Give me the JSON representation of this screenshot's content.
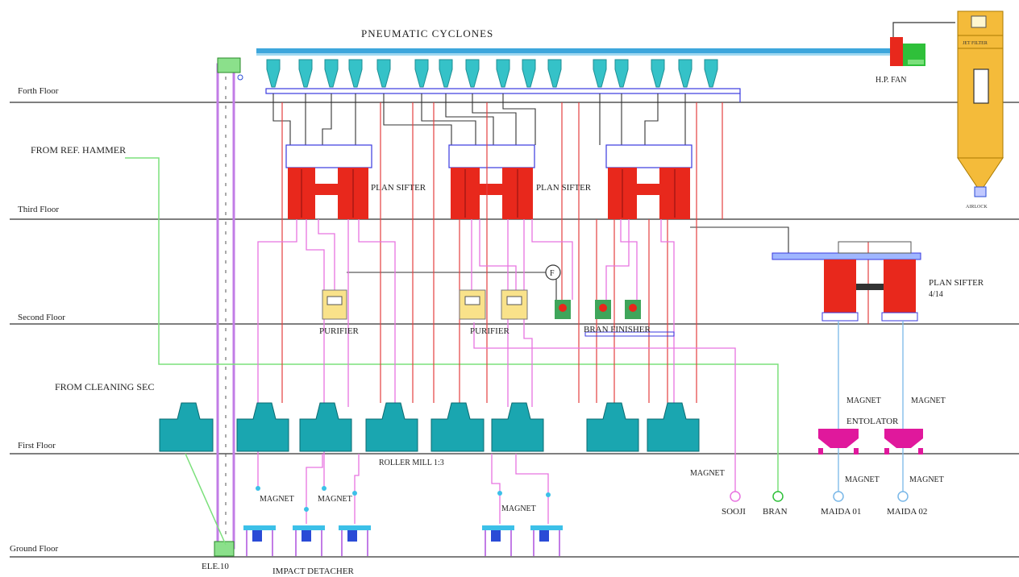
{
  "floors": [
    "Forth Floor",
    "Third Floor",
    "Second Floor",
    "First Floor",
    "Ground Floor"
  ],
  "labels": {
    "pneumatic_cyclones": "PNEUMATIC CYCLONES",
    "hp_fan": "H.P. FAN",
    "from_ref_hammer": "FROM REF. HAMMER",
    "plan_sifter_1": "PLAN SIFTER",
    "plan_sifter_2": "PLAN SIFTER",
    "plan_sifter_414": "PLAN SIFTER",
    "plan_sifter_414_sub": "4/14",
    "purifier_1": "PURIFIER",
    "purifier_2": "PURIFIER",
    "bran_finisher": "BRAN FINISHER",
    "from_cleaning_sec": "FROM CLEANING SEC",
    "roller_mill": "ROLLER MILL 1:3",
    "entolator": "ENTOLATOR",
    "magnet_1": "MAGNET",
    "magnet_2": "MAGNET",
    "magnet_3": "MAGNET",
    "magnet_4": "MAGNET",
    "magnet_5": "MAGNET",
    "magnet_6": "MAGNET",
    "magnet_7": "MAGNET",
    "magnet_8": "MAGNET",
    "sooji": "SOOJI",
    "bran": "BRAN",
    "maida_01": "MAIDA 01",
    "maida_02": "MAIDA 02",
    "ele": "ELE.10",
    "impact_detacher": "IMPACT DETACHER",
    "f_mark": "F",
    "filter_label": "JET FILTER",
    "airlock_label": "AIRLOCK"
  },
  "colors": {
    "floor_line": "#555555",
    "sifter_red": "#e8281c",
    "sifter_frame": "#3a3adf",
    "cyclone_teal": "#35c2c8",
    "header_blue": "#3da6dc",
    "mill_teal": "#1aa6b0",
    "pink_line": "#e874e0",
    "red_line": "#e44040",
    "dark_line": "#333333",
    "green_line": "#7be07b",
    "filter_yellow": "#f4bb3a",
    "purifier_yellow": "#f9e28a",
    "entolator_magenta": "#e0189c",
    "elevator_violet": "#c27ce6",
    "detacher_blue": "#2a4bd6"
  }
}
